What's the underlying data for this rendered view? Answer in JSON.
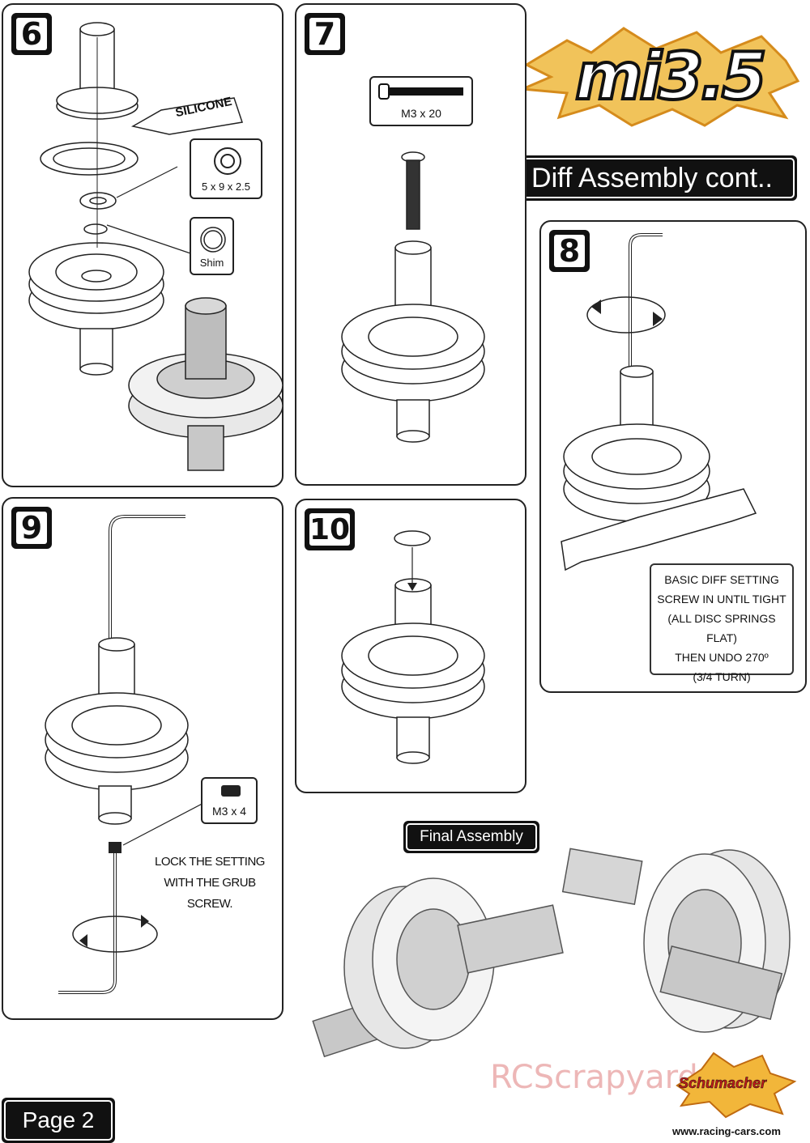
{
  "logo": {
    "text": "mi3.5"
  },
  "section_title": "Diff Assembly cont..",
  "steps": {
    "s6": {
      "number": "6",
      "labels": {
        "silicone": "SILICONE",
        "bearing": "5 x 9 x 2.5",
        "shim": "Shim"
      }
    },
    "s7": {
      "number": "7",
      "labels": {
        "screw": "M3 x 20"
      }
    },
    "s8": {
      "number": "8",
      "note": [
        "BASIC DIFF SETTING",
        "SCREW IN UNTIL TIGHT",
        "(ALL DISC SPRINGS FLAT)",
        "THEN  UNDO 270º",
        "(3/4 TURN)"
      ]
    },
    "s9": {
      "number": "9",
      "labels": {
        "grub": "M3 x 4"
      },
      "caption": [
        "LOCK THE SETTING",
        "WITH THE GRUB SCREW."
      ]
    },
    "s10": {
      "number": "10"
    }
  },
  "final_assembly": "Final Assembly",
  "page_label": "Page 2",
  "watermark": "RCScrapyard.net",
  "brand": "Schumacher",
  "website": "www.racing-cars.com"
}
